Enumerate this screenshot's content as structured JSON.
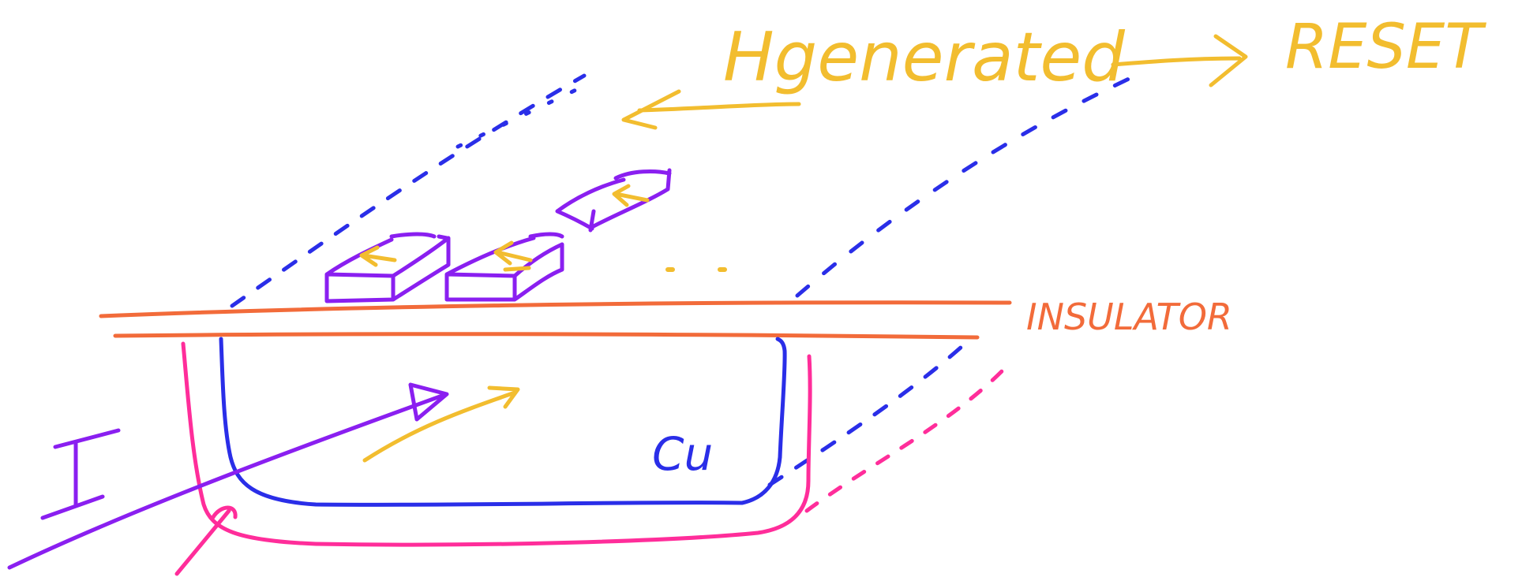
{
  "labels": {
    "current": "I",
    "conductor": "Cu",
    "insulator": "INSULATOR",
    "generated": "Hgenerated",
    "reset": "RESET"
  },
  "colors": {
    "background": "#ffffff",
    "insulator": "#f26b3a",
    "conductor": "#2a2ee8",
    "substrate": "#ff2d9a",
    "current": "#8a1ff0",
    "magnets": "#8a1ff0",
    "field": "#f2bd2f",
    "label_yellow": "#f2bd2f",
    "label_orange": "#f26b3a",
    "label_blue": "#2a2ee8",
    "label_purple": "#8a1ff0"
  }
}
